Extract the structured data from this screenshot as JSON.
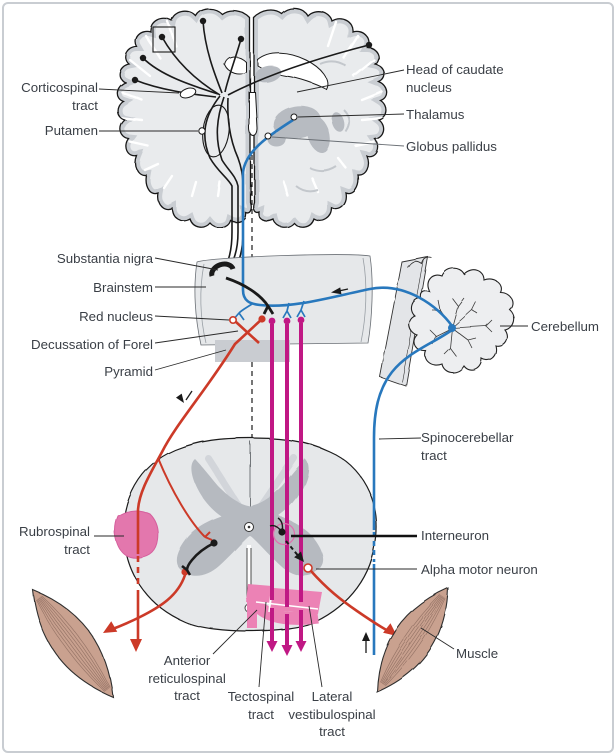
{
  "labels": {
    "corticospinal": {
      "lines": [
        "Corticospinal",
        "tract"
      ]
    },
    "putamen": {
      "lines": [
        "Putamen"
      ]
    },
    "head_of_caudate_nucleus": {
      "lines": [
        "Head of caudate",
        "nucleus"
      ]
    },
    "thalamus": {
      "lines": [
        "Thalamus"
      ]
    },
    "globus_pallidus": {
      "lines": [
        "Globus pallidus"
      ]
    },
    "substantia_nigra": {
      "lines": [
        "Substantia nigra"
      ]
    },
    "brainstem": {
      "lines": [
        "Brainstem"
      ]
    },
    "red_nucleus": {
      "lines": [
        "Red nucleus"
      ]
    },
    "decussation_of_forel": {
      "lines": [
        "Decussation of Forel"
      ]
    },
    "pyramid": {
      "lines": [
        "Pyramid"
      ]
    },
    "cerebellum": {
      "lines": [
        "Cerebellum"
      ]
    },
    "spinocerebellar_tract": {
      "lines": [
        "Spinocerebellar",
        "tract"
      ]
    },
    "rubrospinal_tract": {
      "lines": [
        "Rubrospinal",
        "tract"
      ]
    },
    "interneuron": {
      "lines": [
        "Interneuron"
      ]
    },
    "alpha_motor_neuron": {
      "lines": [
        "Alpha motor neuron"
      ]
    },
    "muscle": {
      "lines": [
        "Muscle"
      ]
    },
    "anterior_reticulospinal_tract": {
      "lines": [
        "Anterior",
        "reticulospinal",
        "tract"
      ]
    },
    "tectospinal_tract": {
      "lines": [
        "Tectospinal",
        "tract"
      ]
    },
    "lateral_vestibulospinal_tract": {
      "lines": [
        "Lateral",
        "vestibulospinal",
        "tract"
      ]
    }
  },
  "colors": {
    "corticospinal_black": "#1a1a1a",
    "rubrospinal_red": "#cc3a28",
    "spinocerebellar_blue": "#2878bd",
    "medial_tracts_magenta": "#c01884",
    "highlight_pink": "#e377ad",
    "tissue_gray": "#e9ebed",
    "nuclei_gray": "#b7bbc1",
    "label_text": "#3a3f46"
  }
}
